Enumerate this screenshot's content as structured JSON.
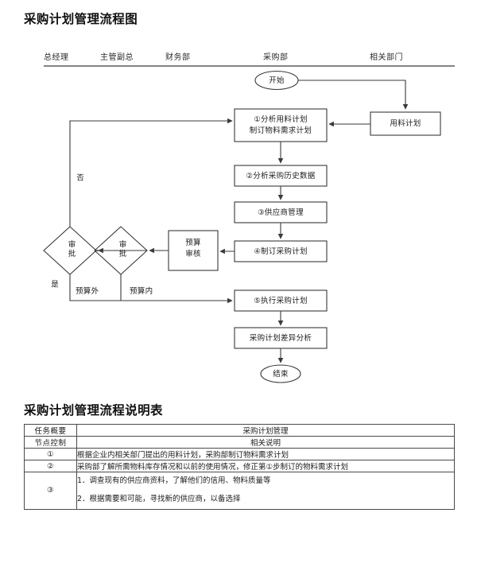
{
  "flow": {
    "title": "采购计划管理流程图",
    "lanes": [
      {
        "label": "总经理"
      },
      {
        "label": "主管副总"
      },
      {
        "label": "财务部"
      },
      {
        "label": "采购部"
      },
      {
        "label": "相关部门"
      }
    ],
    "nodes": {
      "start": "开始",
      "material_plan": "用料计划",
      "step1": "①分析用料计划\n制订物料需求计划",
      "step2": "②分析采购历史数据",
      "step3": "③供应商管理",
      "step4": "④制订采购计划",
      "budget_review": "预算\n审核",
      "approve_vp": "审批",
      "approve_gm": "审批",
      "step5": "⑤执行采购计划",
      "variance": "采购计划差异分析",
      "end": "结束"
    },
    "edge_labels": {
      "no": "否",
      "yes": "是",
      "out_of_budget": "预算外",
      "in_budget": "预算内"
    }
  },
  "table": {
    "title": "采购计划管理流程说明表",
    "rows": [
      {
        "key": "任务概要",
        "value": "采购计划管理",
        "align": "center"
      },
      {
        "key": "节点控制",
        "value": "相关说明",
        "align": "center"
      },
      {
        "key": "①",
        "value": "根据企业内相关部门提出的用料计划，采购部制订物料需求计划",
        "align": "left"
      },
      {
        "key": "②",
        "value": "采购部了解所需物料库存情况和以前的使用情况，修正第①步制订的物料需求计划",
        "align": "left"
      },
      {
        "key": "③",
        "lines": [
          "1．调查现有的供应商资料，了解他们的信用、物料质量等",
          "2．根据需要和可能，寻找新的供应商，以备选择"
        ],
        "align": "left"
      }
    ]
  },
  "colors": {
    "line": "#3a3a3a",
    "text": "#1c1c1c",
    "background": "#ffffff"
  }
}
